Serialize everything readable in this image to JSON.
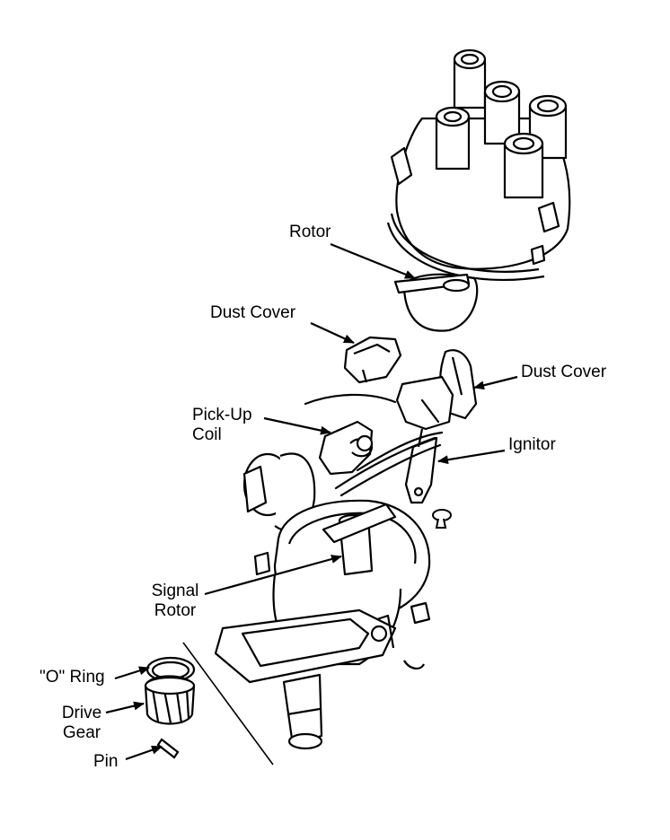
{
  "colors": {
    "ink": "#000000",
    "paper": "#ffffff",
    "shade": "#d8d8d8"
  },
  "labels": {
    "rotor": "Rotor",
    "dust_cover_left": "Dust Cover",
    "dust_cover_right": "Dust Cover",
    "pickup_coil_line1": "Pick-Up",
    "pickup_coil_line2": "Coil",
    "ignitor": "Ignitor",
    "signal_rotor_line1": "Signal",
    "signal_rotor_line2": "Rotor",
    "o_ring": "\"O\" Ring",
    "drive_gear_line1": "Drive",
    "drive_gear_line2": "Gear",
    "pin": "Pin"
  }
}
